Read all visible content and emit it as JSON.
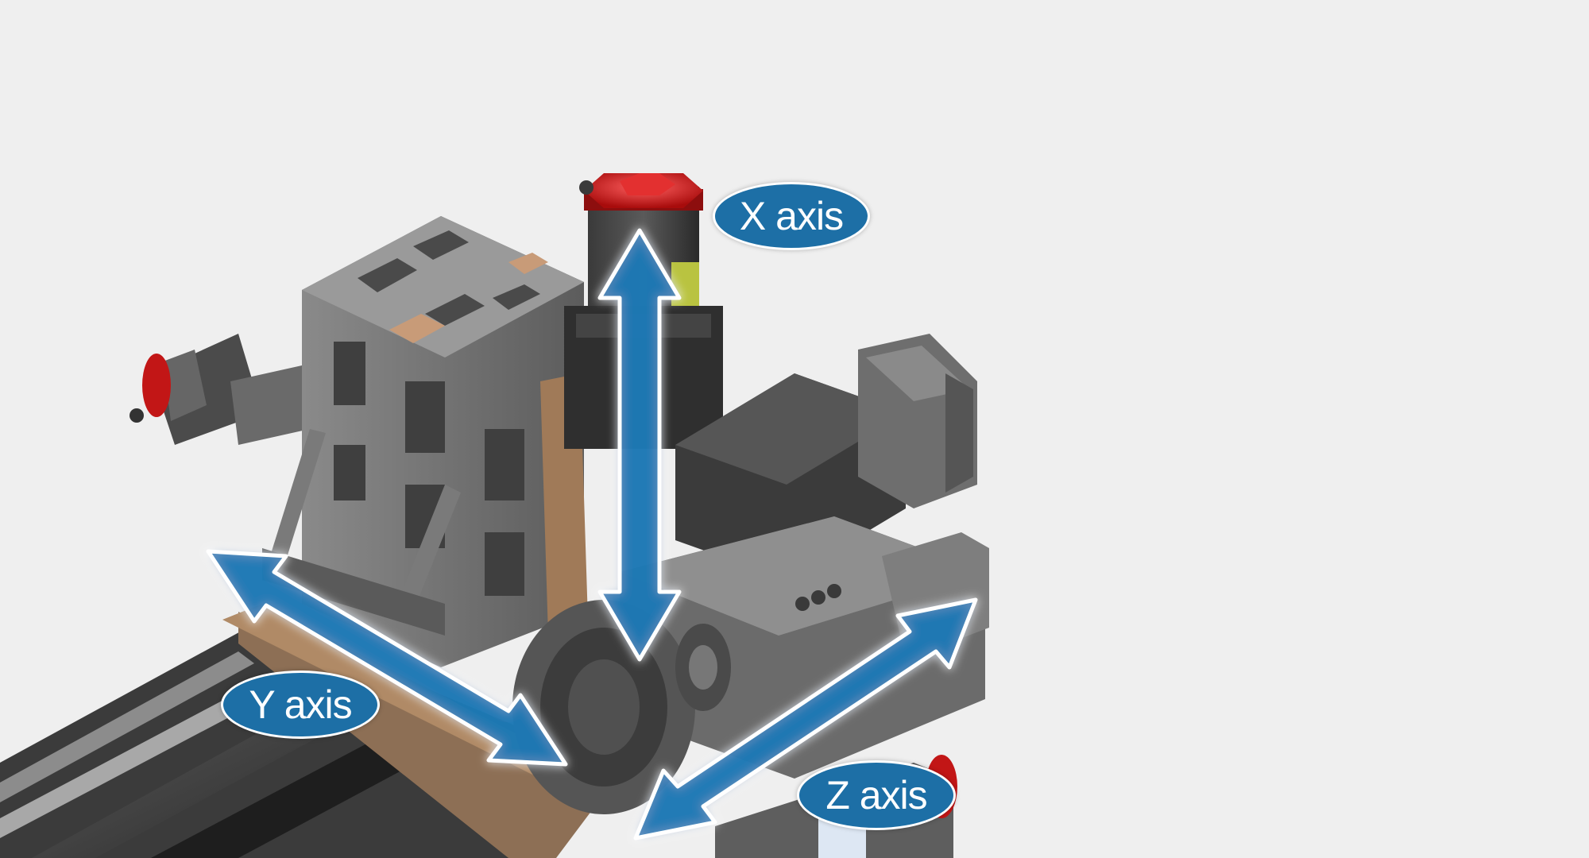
{
  "labels": {
    "x_axis": "X axis",
    "y_axis": "Y axis",
    "z_axis": "Z axis"
  },
  "colors": {
    "background": "#efefef",
    "label_fill": "#1d6fa6",
    "label_text": "#ffffff",
    "arrow_fill": "#1f78b4",
    "motor_red": "#d42020",
    "machine_gray": "#6e6e6e",
    "machine_dark": "#2e2e2e",
    "wood": "#a07a58"
  },
  "icons": {
    "x_arrow": "double-arrow-vertical",
    "y_arrow": "double-arrow-diagonal",
    "z_arrow": "double-arrow-diagonal"
  }
}
